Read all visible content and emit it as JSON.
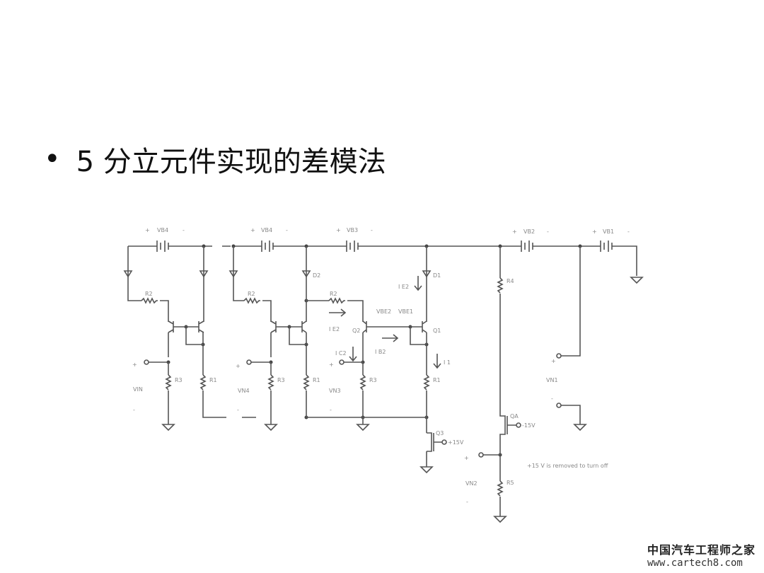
{
  "slide": {
    "bullet_text": "5 分立元件实现的差模法"
  },
  "circuit": {
    "batteries": [
      "VB4",
      "VB4",
      "VB3",
      "VB2",
      "VB1"
    ],
    "diodes": [
      "D2",
      "D1"
    ],
    "resistors": [
      "R2",
      "R2",
      "R2",
      "R3",
      "R1",
      "R3",
      "R1",
      "R3",
      "R1",
      "R4",
      "R5"
    ],
    "transistors": [
      "Q2",
      "Q1",
      "Q3",
      "QA"
    ],
    "sources": [
      "VIN",
      "VN4",
      "VN3",
      "VN1",
      "VN2"
    ],
    "currents": [
      "I E2",
      "I E2",
      "I C2",
      "I B2",
      "I 1"
    ],
    "gate_voltage": "+15V",
    "gate_voltage_a": "-15V",
    "node_labels": [
      "VBE2",
      "VBE1"
    ],
    "plus": "+",
    "minus": "-",
    "note": "+15 V is removed to turn off"
  },
  "watermark": {
    "site_name": "中国汽车工程师之家",
    "url": "www.cartech8.com"
  }
}
